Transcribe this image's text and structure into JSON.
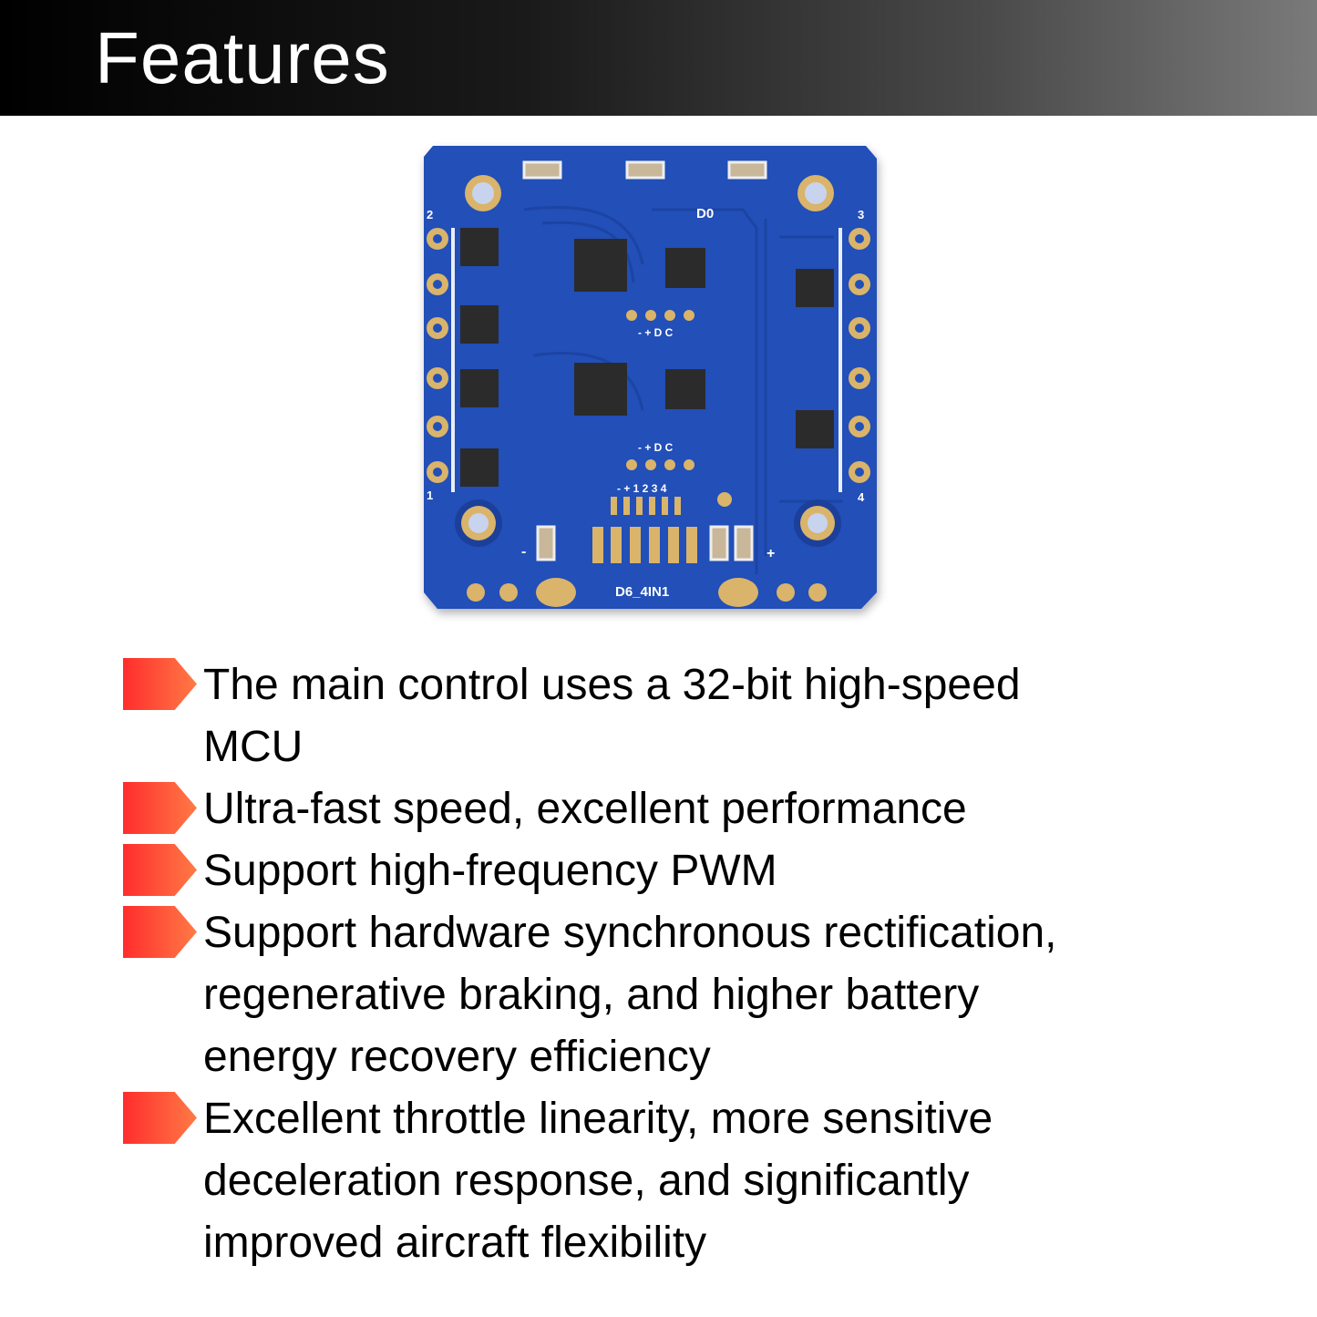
{
  "header": {
    "title": "Features"
  },
  "board": {
    "model": "D6_4IN1",
    "labels": {
      "dc": "- + D C",
      "signal": "- + 1 2 3 4",
      "d0": "D0",
      "minus": "-",
      "plus": "+",
      "m1": "1",
      "m2": "2",
      "m3": "3",
      "m4": "4"
    },
    "colors": {
      "pcb": "#2350b8",
      "gold": "#d9b46a",
      "chip": "#2b2b2b"
    }
  },
  "features": [
    {
      "lines": [
        "The main control uses a 32-bit high-speed",
        "MCU"
      ]
    },
    {
      "lines": [
        "Ultra-fast speed, excellent performance"
      ]
    },
    {
      "lines": [
        "Support high-frequency PWM"
      ]
    },
    {
      "lines": [
        "Support hardware synchronous rectification,",
        "regenerative braking, and higher battery",
        "energy recovery efficiency"
      ]
    },
    {
      "lines": [
        "Excellent throttle linearity, more sensitive",
        "deceleration response, and significantly",
        "improved aircraft flexibility"
      ]
    }
  ]
}
